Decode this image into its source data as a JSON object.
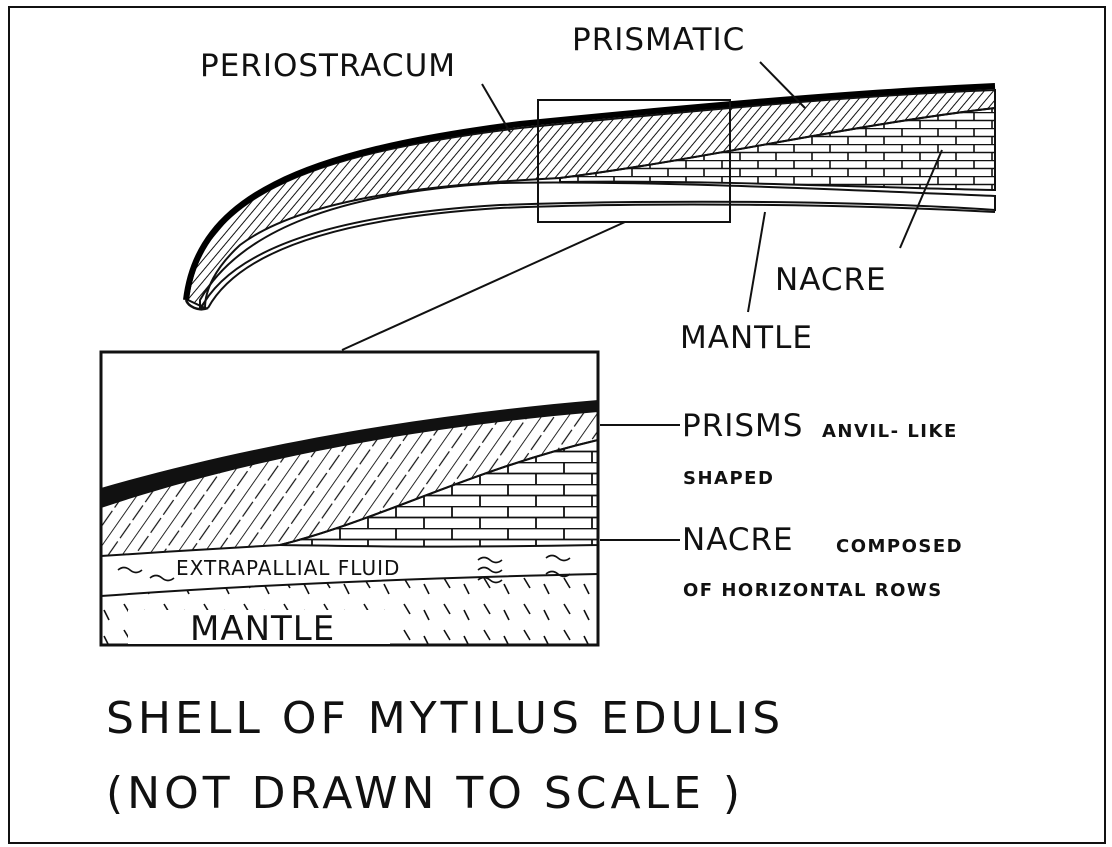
{
  "labels": {
    "periostracum": "PERIOSTRACUM",
    "prismatic": "PRISMATIC",
    "nacre": "NACRE",
    "mantle": "MANTLE"
  },
  "inset": {
    "prisms": "PRISMS",
    "prisms_note_1": "ANVIL- LIKE",
    "prisms_note_2": "SHAPED",
    "nacre": "NACRE",
    "nacre_note_1": "COMPOSED",
    "nacre_note_2": "OF HORIZONTAL ROWS",
    "extrapallial": "EXTRAPALLIAL FLUID",
    "mantle": "MANTLE"
  },
  "caption": {
    "line1": "SHELL OF MYTILUS EDULIS",
    "line2": "(NOT DRAWN TO SCALE )"
  }
}
